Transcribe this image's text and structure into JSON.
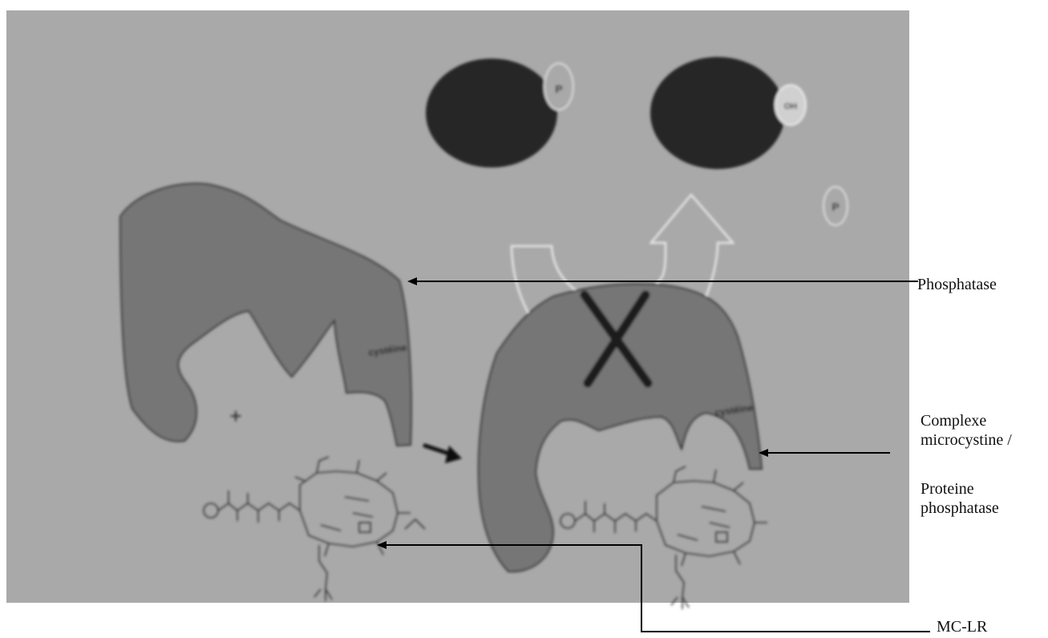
{
  "labels": {
    "phosphatase": "Phosphatase",
    "complexe_line1": "Complexe",
    "complexe_line2": "microcystine /",
    "proteine_line1": "Proteine",
    "proteine_line2": "phosphatase",
    "mclr": "MC-LR"
  },
  "figure_text": {
    "phosphate": "P",
    "hydroxyl": "OH",
    "cysteine": "cystéine",
    "plus": "+"
  },
  "colors": {
    "background_panel": "#a9a9a9",
    "enzyme": "#767676",
    "protein": "#252525",
    "line": "#000000"
  }
}
